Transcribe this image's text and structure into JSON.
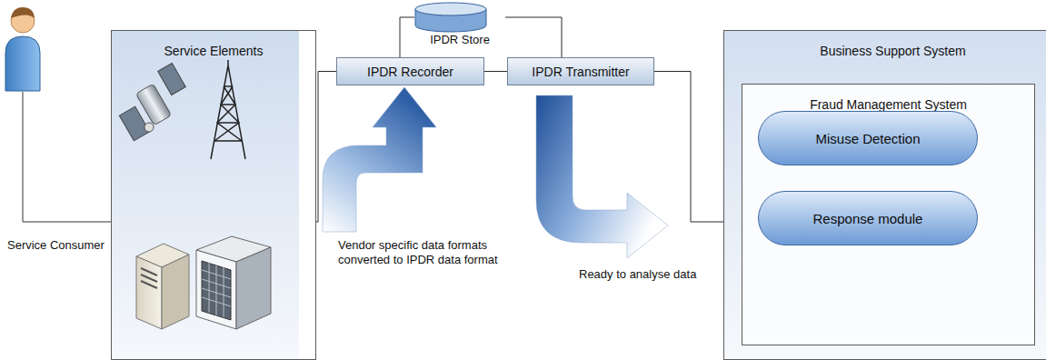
{
  "diagram": {
    "nodes": [
      {
        "text": [
          "Service Elements"
        ]
      },
      {
        "text": [
          "IPDR Store"
        ]
      },
      {
        "text": [
          "IPDR Recorder"
        ]
      },
      {
        "text": [
          "IPDR Transmitter"
        ]
      },
      {
        "text": [
          "Business Support System"
        ]
      },
      {
        "text": [
          "Fraud Management System"
        ],
        "in": 4
      },
      {
        "text": [
          "Misuse Detection"
        ],
        "in": 5
      },
      {
        "text": [
          "Response module"
        ],
        "in": 5
      }
    ],
    "edges": [
      {
        "from": 0,
        "to": 2,
        "arrow": "none"
      },
      {
        "from": 2,
        "to": 1,
        "arrow": "none"
      },
      {
        "from": 3,
        "to": 1,
        "arrow": "none"
      },
      {
        "from": 2,
        "to": 3,
        "arrow": "none"
      },
      {
        "from": 3,
        "to": 4,
        "arrow": "none"
      },
      {
        "from": 6,
        "to": 7,
        "arrow": "to"
      }
    ],
    "labels": [
      "Service Consumer",
      "Vendor specific data formats converted to IPDR data format",
      "Ready to analyse data"
    ]
  }
}
